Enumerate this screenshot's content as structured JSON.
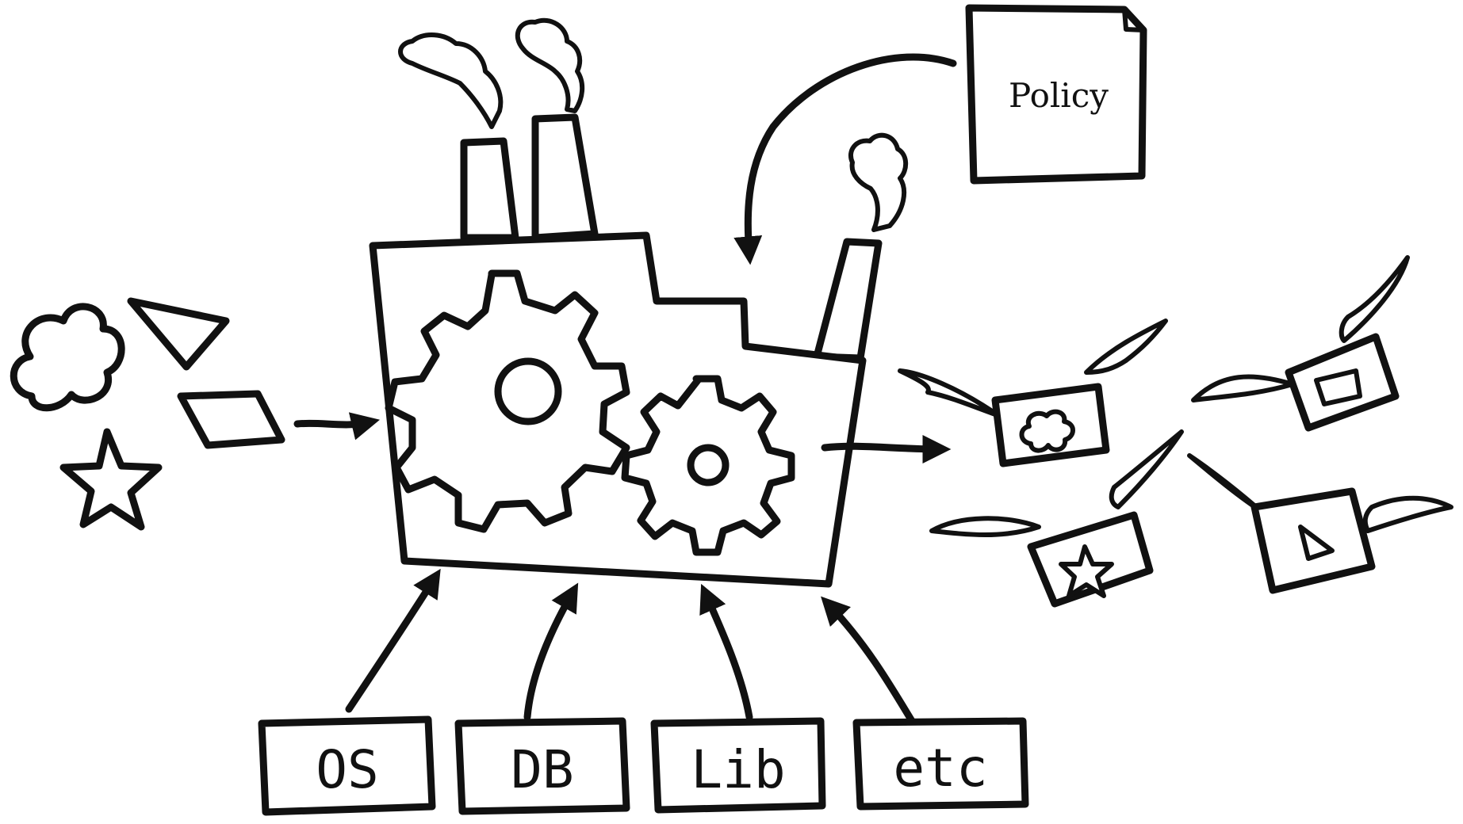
{
  "diagram": {
    "policy": {
      "label": "Policy"
    },
    "dependencies": [
      {
        "id": "os",
        "label": "OS"
      },
      {
        "id": "db",
        "label": "DB"
      },
      {
        "id": "lib",
        "label": "Lib"
      },
      {
        "id": "etc",
        "label": "etc"
      }
    ],
    "inputs": [
      {
        "shape": "cloud-icon"
      },
      {
        "shape": "triangle-icon"
      },
      {
        "shape": "diamond-icon"
      },
      {
        "shape": "star-icon"
      }
    ],
    "outputs": [
      {
        "shape": "cloud-icon"
      },
      {
        "shape": "diamond-icon"
      },
      {
        "shape": "star-icon"
      },
      {
        "shape": "triangle-icon"
      }
    ],
    "colors": {
      "ink": "#111111",
      "gear": "#c8c8c8",
      "background": "#ffffff"
    }
  }
}
